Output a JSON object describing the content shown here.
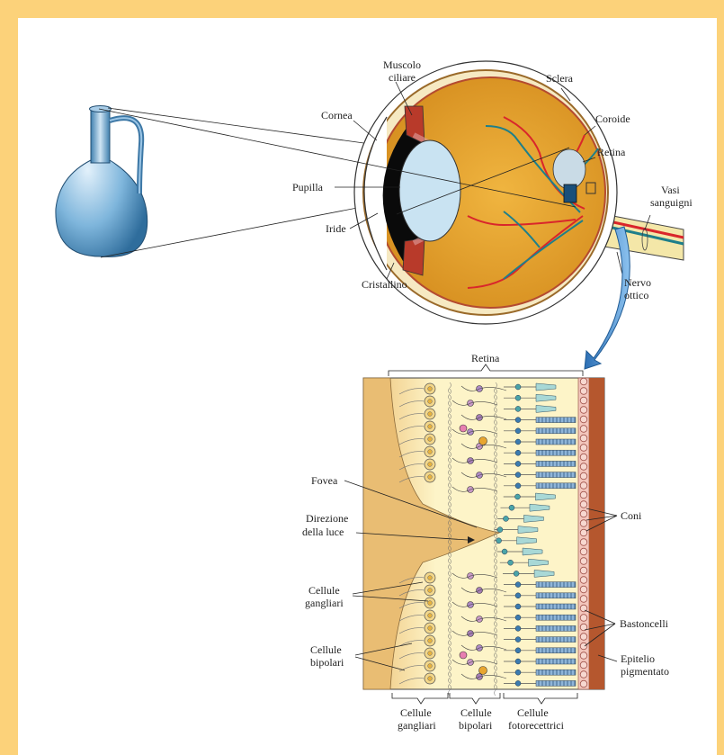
{
  "eye_labels": {
    "muscolo": [
      "Muscolo",
      "ciliare"
    ],
    "sclera": "Sclera",
    "cornea": "Cornea",
    "coroide": "Coroide",
    "retina": "Retina",
    "pupilla": "Pupilla",
    "vasi": [
      "Vasi",
      "sanguigni"
    ],
    "iride": "Iride",
    "cristallino": "Cristallino",
    "nervo": [
      "Nervo",
      "ottico"
    ]
  },
  "retina_labels": {
    "title": "Retina",
    "fovea": "Fovea",
    "direzione": [
      "Direzione",
      "della luce"
    ],
    "cellule_gangliari_left": [
      "Cellule",
      "gangliari"
    ],
    "cellule_bipolari_left": [
      "Cellule",
      "bipolari"
    ],
    "coni": "Coni",
    "bastoncelli": "Bastoncelli",
    "epitelio": [
      "Epitelio",
      "pigmentato"
    ],
    "bottom_gangliari": [
      "Cellule",
      "gangliari"
    ],
    "bottom_bipolari": [
      "Cellule",
      "bipolari"
    ],
    "bottom_fotorecettrici": [
      "Cellule",
      "fotorecettrici"
    ]
  },
  "colors": {
    "frame": "#fcd27a",
    "eyeball": "#e8a630",
    "lens": "#c9e3f2",
    "retina_bg": "#fdf4c8",
    "pigment": "#b5572e",
    "artery": "#d9262b",
    "vein": "#1e7f8a"
  }
}
